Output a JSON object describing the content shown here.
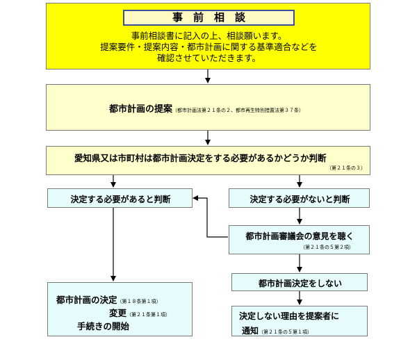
{
  "consult": {
    "title": "事　前　相　談",
    "line1": "事前相談書に記入の上、相談願います。",
    "line2": "提案要件・提案内容・都市計画に関する基準適合などを",
    "line3": "確認させていただきます。"
  },
  "proposal": {
    "main": "都市計画の提案",
    "note": "（都市計画法第２１条の２、都市再生特別措置法第３７条）"
  },
  "judgement": {
    "main": "愛知県又は市町村は都市計画決定をする必要があるかどうか判断",
    "note": "（第２１条の３）"
  },
  "needed": {
    "main": "決定する必要があると判断"
  },
  "not_needed": {
    "main": "決定する必要がないと判断"
  },
  "council": {
    "main": "都市計画審議会の意見を聴く",
    "note": "（第２１条の５第２項）"
  },
  "no_decision": {
    "main": "都市計画決定をしない"
  },
  "decision": {
    "line1": "都市計画の決定",
    "line1_note": "（第１８条第１項）",
    "line2": "変更",
    "line2_note": "（第２１条第１項）",
    "line3": "手続きの開始"
  },
  "notify": {
    "line1": "決定しない理由を提案者に",
    "line2": "通知",
    "line2_note": "（第２１条の５第１項）"
  },
  "colors": {
    "yellow": "#ffff00",
    "light_yellow": "#ffffcc",
    "light_cyan": "#e6fbfb",
    "title_fill": "#fff9c4",
    "title_border": "#3b4fa0"
  }
}
